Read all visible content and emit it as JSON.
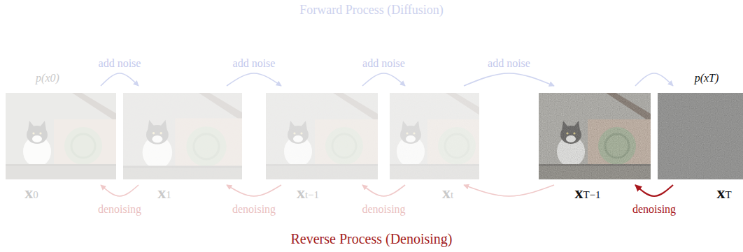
{
  "diagram": {
    "title": "Forward Process (Diffusion)",
    "caption": "Reverse Process (Denoising)",
    "nodes": [
      {
        "text": [
          "p(x0)",
          "x0"
        ]
      },
      {
        "text": [
          "x1"
        ]
      },
      {
        "text": [
          "xt−1"
        ]
      },
      {
        "text": [
          "xt"
        ]
      },
      {
        "text": [
          "xT−1"
        ]
      },
      {
        "text": [
          "p(xT)",
          "xT"
        ]
      }
    ],
    "edges": [
      {
        "from": 0,
        "to": 1,
        "arrow": "to",
        "label": "add noise"
      },
      {
        "from": 1,
        "to": 2,
        "arrow": "to",
        "label": "add noise"
      },
      {
        "from": 2,
        "to": 3,
        "arrow": "to",
        "label": "add noise"
      },
      {
        "from": 3,
        "to": 4,
        "arrow": "to",
        "label": "add noise"
      },
      {
        "from": 4,
        "to": 5,
        "arrow": "to"
      },
      {
        "from": 1,
        "to": 0,
        "arrow": "to",
        "label": "denoising"
      },
      {
        "from": 2,
        "to": 1,
        "arrow": "to",
        "label": "denoising"
      },
      {
        "from": 3,
        "to": 2,
        "arrow": "to",
        "label": "denoising"
      },
      {
        "from": 4,
        "to": 3,
        "arrow": "to"
      },
      {
        "from": 5,
        "to": 4,
        "arrow": "to",
        "label": "denoising"
      }
    ]
  }
}
